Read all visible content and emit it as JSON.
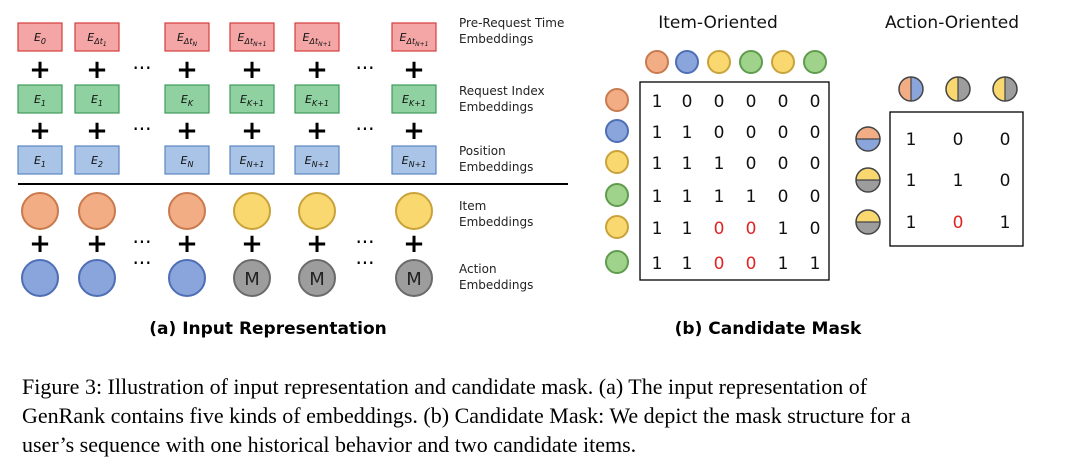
{
  "colors": {
    "pink_fill": "#f4a6a6",
    "pink_stroke": "#d43c3c",
    "green_fill": "#8fd1a0",
    "green_stroke": "#3f9a5a",
    "blue_fill": "#a9c4e6",
    "blue_stroke": "#5a85c2",
    "orange_item": "#f2ad84",
    "orange_stroke": "#c97a4e",
    "yellow_item": "#f9d870",
    "yellow_stroke": "#c9a23a",
    "blue_action": "#8aa4dc",
    "blue_action_stroke": "#4e6fb6",
    "gray_action": "#9d9d9d",
    "gray_stroke": "#6b6b6b",
    "green_item": "#9fd28a",
    "green_item_stroke": "#5f9c4d",
    "zero_red": "#e02424"
  },
  "left": {
    "row_labels": {
      "pre_request": [
        "Pre-Request Time",
        "Embeddings"
      ],
      "request_index": [
        "Request Index",
        "Embeddings"
      ],
      "position": [
        "Position",
        "Embeddings"
      ],
      "item": [
        "Item",
        "Embeddings"
      ],
      "action": [
        "Action",
        "Embeddings"
      ]
    },
    "pre_request_boxes": [
      {
        "base": "E",
        "sub": "0"
      },
      {
        "base": "E",
        "sub": "Δt",
        "subsub": "1"
      },
      {
        "base": "E",
        "sub": "Δt",
        "subsub": "N"
      },
      {
        "base": "E",
        "sub": "Δt",
        "subsub": "N+1"
      },
      {
        "base": "E",
        "sub": "Δt",
        "subsub": "N+1"
      },
      {
        "base": "E",
        "sub": "Δt",
        "subsub": "N+1"
      }
    ],
    "request_boxes": [
      {
        "base": "E",
        "sub": "1"
      },
      {
        "base": "E",
        "sub": "1"
      },
      {
        "base": "E",
        "sub": "K"
      },
      {
        "base": "E",
        "sub": "K+1"
      },
      {
        "base": "E",
        "sub": "K+1"
      },
      {
        "base": "E",
        "sub": "K+1"
      }
    ],
    "position_boxes": [
      {
        "base": "E",
        "sub": "1"
      },
      {
        "base": "E",
        "sub": "2"
      },
      {
        "base": "E",
        "sub": "N"
      },
      {
        "base": "E",
        "sub": "N+1"
      },
      {
        "base": "E",
        "sub": "N+1"
      },
      {
        "base": "E",
        "sub": "N+1"
      }
    ],
    "item_colors": [
      "orange",
      "orange",
      "orange",
      "yellow",
      "yellow",
      "yellow"
    ],
    "action_circles": [
      "blue",
      "blue",
      "blue",
      "M",
      "M",
      "M"
    ],
    "plus": "+",
    "ellipsis": "···",
    "subcaption": "(a) Input Representation"
  },
  "right": {
    "item_title": "Item-Oriented",
    "action_title": "Action-Oriented",
    "item_cols": [
      "orange",
      "blue",
      "yellow",
      "green",
      "yellow",
      "green"
    ],
    "item_rows": [
      "orange",
      "blue",
      "yellow",
      "green",
      "yellow",
      "green"
    ],
    "item_matrix": [
      [
        "1",
        "0",
        "0",
        "0",
        "0",
        "0"
      ],
      [
        "1",
        "1",
        "0",
        "0",
        "0",
        "0"
      ],
      [
        "1",
        "1",
        "1",
        "0",
        "0",
        "0"
      ],
      [
        "1",
        "1",
        "1",
        "1",
        "0",
        "0"
      ],
      [
        "1",
        "1",
        "0",
        "0",
        "1",
        "0"
      ],
      [
        "1",
        "1",
        "0",
        "0",
        "1",
        "1"
      ]
    ],
    "item_red_cells": [
      [
        4,
        2
      ],
      [
        4,
        3
      ],
      [
        5,
        2
      ],
      [
        5,
        3
      ]
    ],
    "action_cols": [
      [
        "orange",
        "blue"
      ],
      [
        "yellow",
        "gray"
      ],
      [
        "yellow",
        "gray"
      ]
    ],
    "action_rows": [
      [
        "orange",
        "blue"
      ],
      [
        "yellow",
        "gray"
      ],
      [
        "yellow",
        "gray"
      ]
    ],
    "action_matrix": [
      [
        "1",
        "0",
        "0"
      ],
      [
        "1",
        "1",
        "0"
      ],
      [
        "1",
        "0",
        "1"
      ]
    ],
    "action_red_cells": [
      [
        2,
        1
      ]
    ],
    "subcaption": "(b) Candidate Mask"
  },
  "caption": {
    "lines": [
      "Figure 3: Illustration of input representation and candidate mask. (a) The input representation of",
      "GenRank contains five kinds of embeddings. (b) Candidate Mask: We depict the mask structure for a",
      "user’s sequence with one historical behavior and two candidate items."
    ]
  }
}
